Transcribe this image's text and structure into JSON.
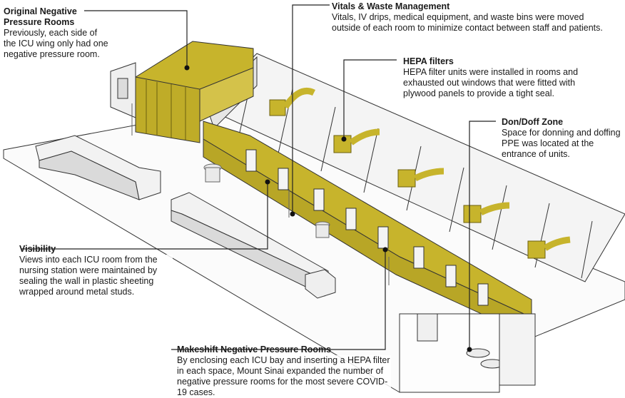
{
  "callouts": {
    "original": {
      "title": "Original Negative Pressure Rooms",
      "body": "Previously, each side of the ICU wing only had one negative pressure room."
    },
    "vitals": {
      "title": "Vitals & Waste Management",
      "body": "Vitals, IV drips, medical equipment, and waste bins were moved outside of each room to minimize contact between staff and patients."
    },
    "hepa": {
      "title": "HEPA filters",
      "body": "HEPA filter units were installed in rooms and exhausted out windows that were fitted with plywood panels to provide a tight seal."
    },
    "dondoff": {
      "title": "Don/Doff Zone",
      "body": "Space for donning and doffing PPE was located at the entrance of units."
    },
    "visibility": {
      "title": "Visibility",
      "body": "Views into each ICU room from the nursing station were maintained by sealing the wall in plastic sheeting wrapped around metal studs."
    },
    "makeshift": {
      "title": "Makeshift Negative Pressure Rooms",
      "body": "By enclosing each ICU bay and inserting a HEPA filter in each space, Mount Sinai expanded the number of negative pressure rooms for the most severe COVID-19 cases."
    }
  },
  "colors": {
    "accent": "#c7b42c",
    "accent_dark": "#a89820",
    "line": "#222222",
    "wall": "#f2f2f2",
    "wall_shade": "#d9d9d9"
  }
}
